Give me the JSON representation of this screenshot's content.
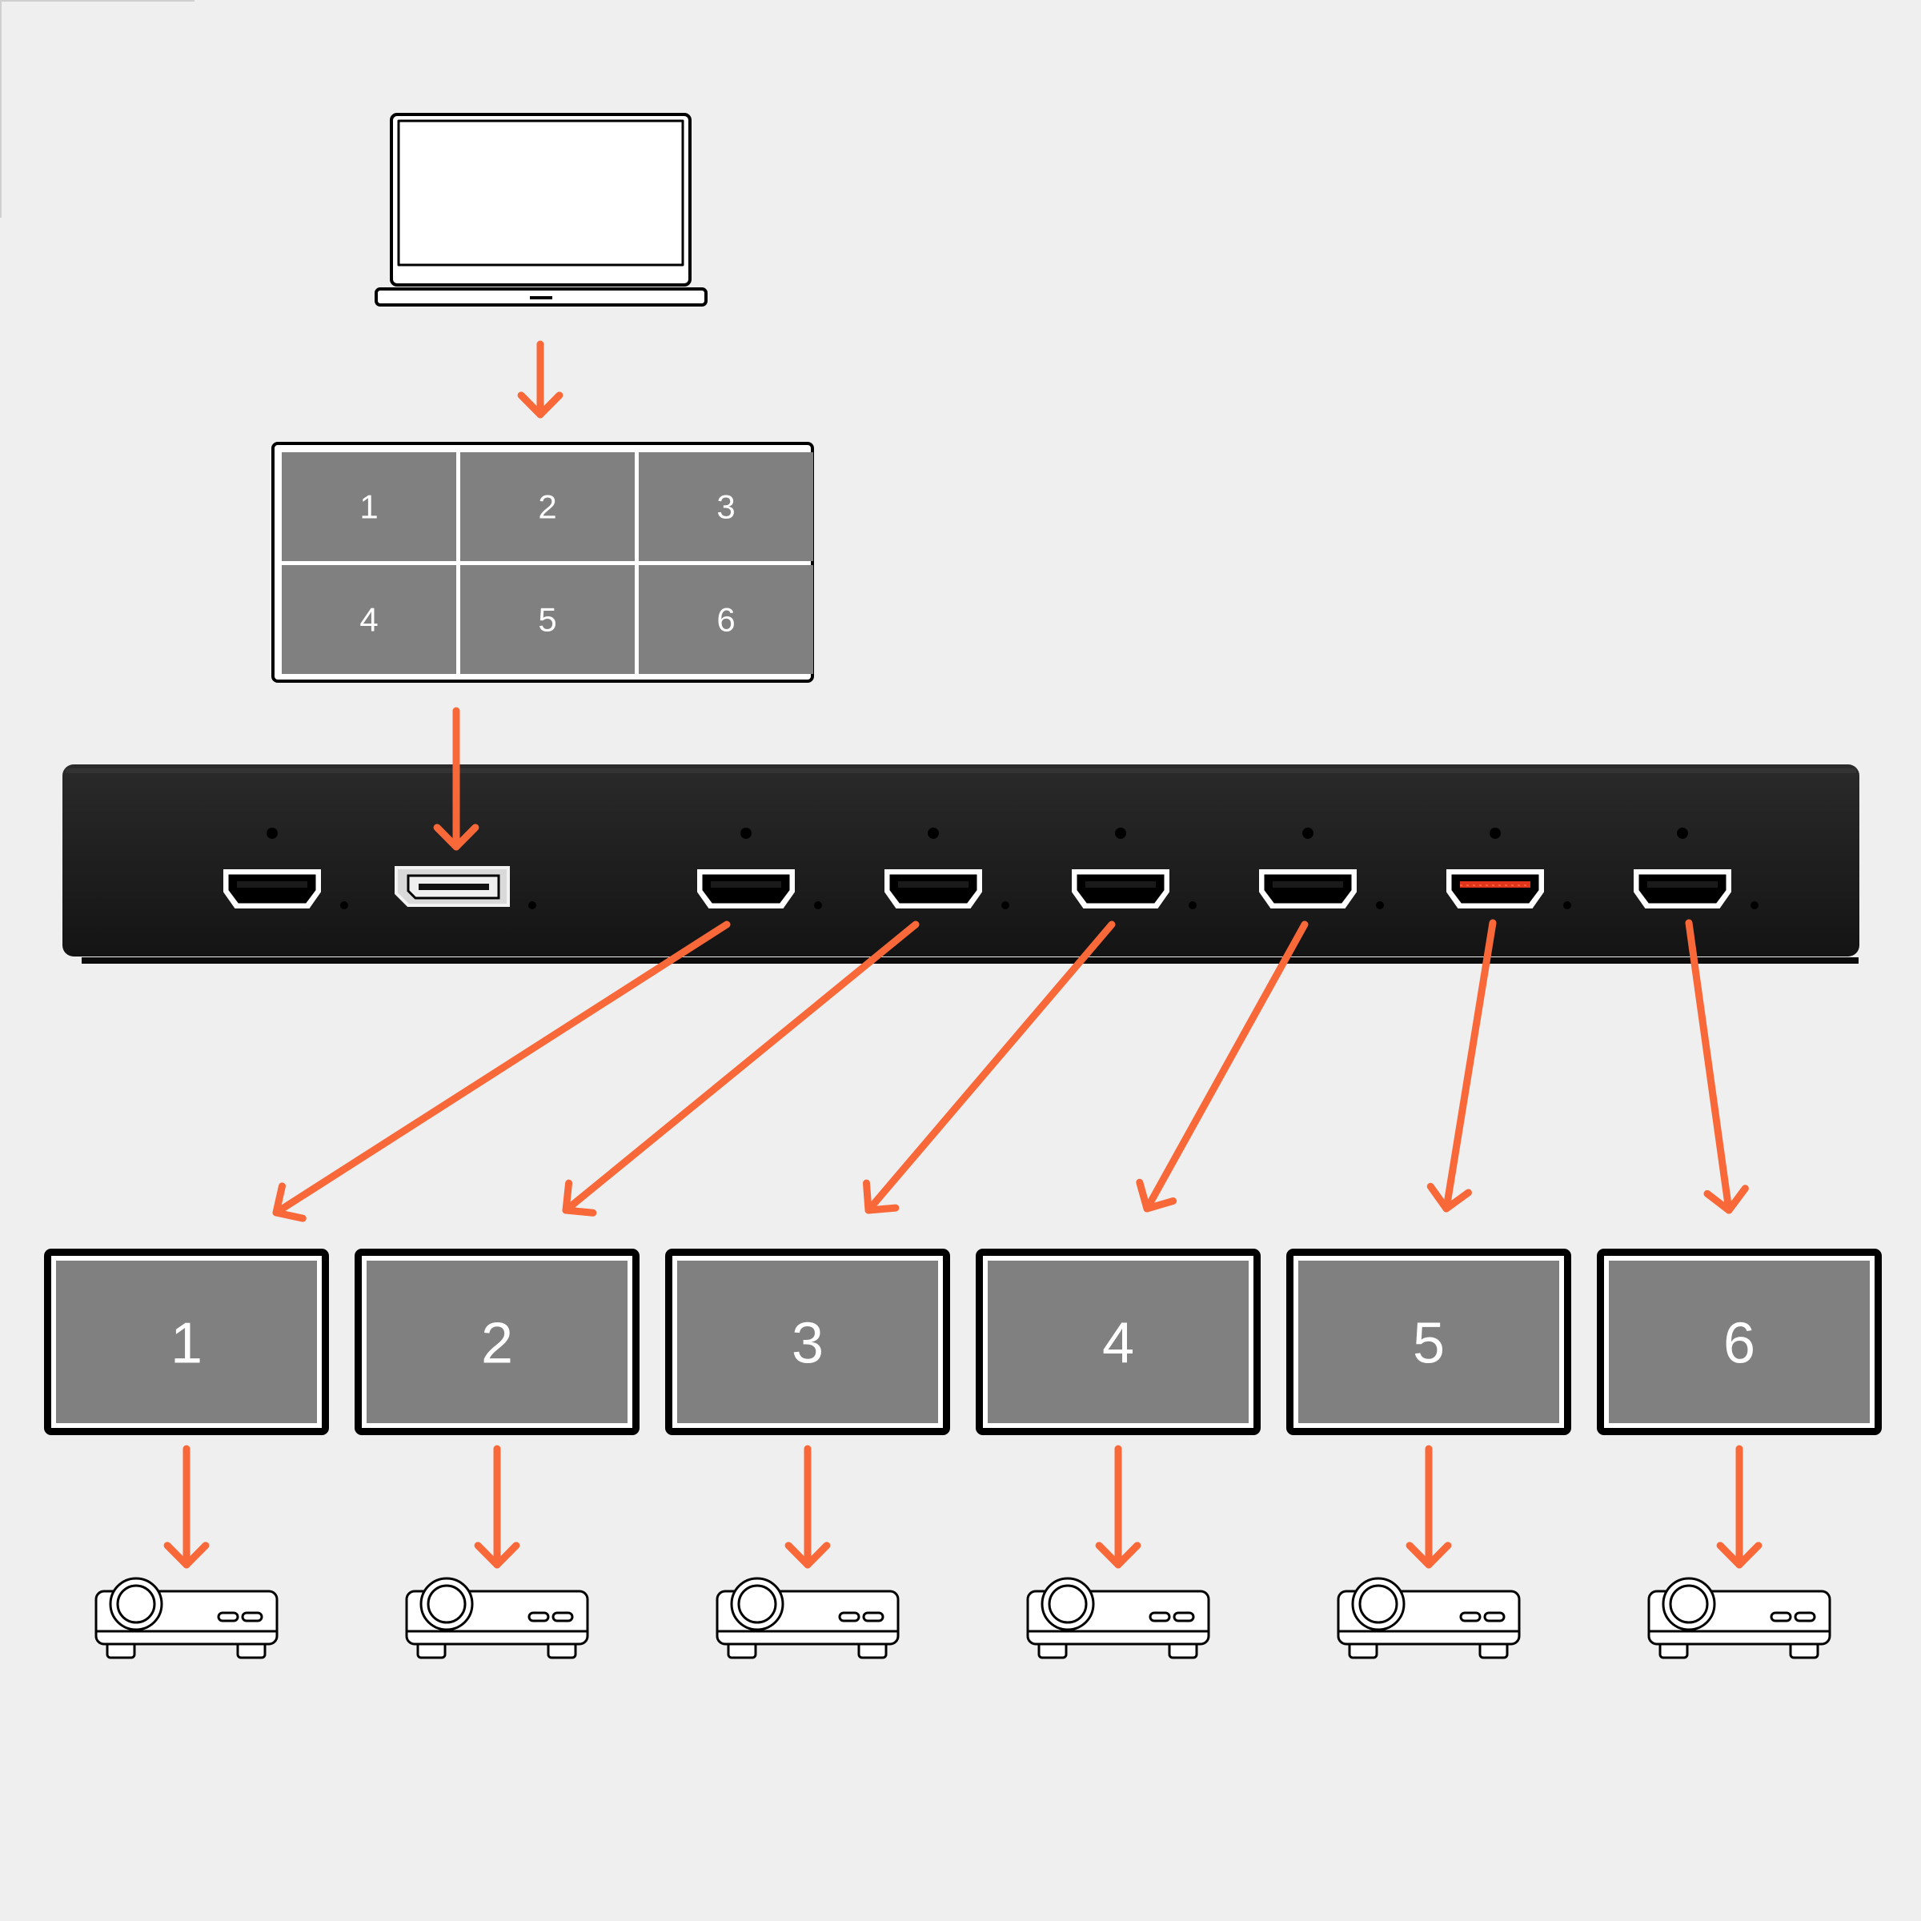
{
  "colors": {
    "background": "#efefef",
    "arrow": "#f96838",
    "tile": "#808080",
    "device_body": "#1e1e1e",
    "outline": "#000000",
    "highlight_port": "#e0341c"
  },
  "source": {
    "icon": "laptop-icon"
  },
  "layout_grid": {
    "cells": [
      "1",
      "2",
      "3",
      "4",
      "5",
      "6"
    ]
  },
  "device": {
    "icon": "video-wall-controller-icon",
    "ports": [
      {
        "type": "hdmi-input",
        "icon": "hdmi-port-icon"
      },
      {
        "type": "displayport-input",
        "icon": "displayport-icon"
      },
      {
        "type": "hdmi-output",
        "icon": "hdmi-port-icon"
      },
      {
        "type": "hdmi-output",
        "icon": "hdmi-port-icon"
      },
      {
        "type": "hdmi-output",
        "icon": "hdmi-port-icon"
      },
      {
        "type": "hdmi-output",
        "icon": "hdmi-port-icon"
      },
      {
        "type": "hdmi-output",
        "icon": "hdmi-port-icon",
        "highlighted": true
      },
      {
        "type": "hdmi-output",
        "icon": "hdmi-port-icon"
      }
    ]
  },
  "outputs": [
    {
      "label": "1",
      "icon": "projector-icon"
    },
    {
      "label": "2",
      "icon": "projector-icon"
    },
    {
      "label": "3",
      "icon": "projector-icon"
    },
    {
      "label": "4",
      "icon": "projector-icon"
    },
    {
      "label": "5",
      "icon": "projector-icon"
    },
    {
      "label": "6",
      "icon": "projector-icon"
    }
  ]
}
